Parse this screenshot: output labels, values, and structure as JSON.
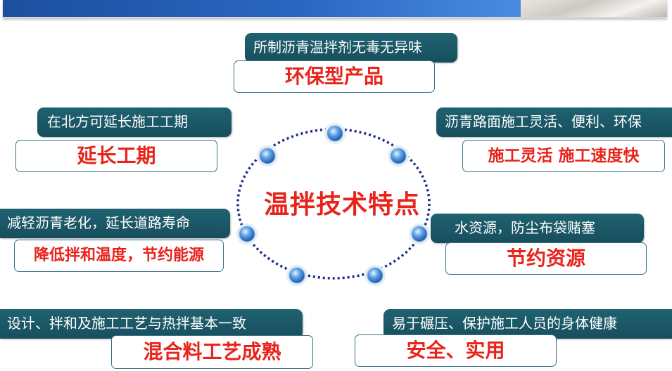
{
  "center": {
    "title": "温拌技术特点"
  },
  "features": {
    "eco": {
      "caption": "所制沥青温拌剂无毒无异味",
      "label": "环保型产品"
    },
    "period": {
      "caption": "在北方可延长施工工期",
      "label": "延长工期"
    },
    "flexible": {
      "caption": "沥青路面施工灵活、便利、环保",
      "label": "施工灵活 施工速度快"
    },
    "energy": {
      "caption": "减轻沥青老化，延长道路寿命",
      "label": "降低拌和温度，节约能源"
    },
    "resource": {
      "caption": "水资源，防尘布袋赌塞",
      "label": "节约资源"
    },
    "mature": {
      "caption": "设计、拌和及施工工艺与热拌基本一致",
      "label": "混合料工艺成熟"
    },
    "safety": {
      "caption": "易于碾压、保护施工人员的身体健康",
      "label": "安全、实用"
    }
  },
  "colors": {
    "tab": "#1a5566",
    "label_text": "#e8231b",
    "circle": "#1b2a8a",
    "node": "#3f86d6"
  }
}
